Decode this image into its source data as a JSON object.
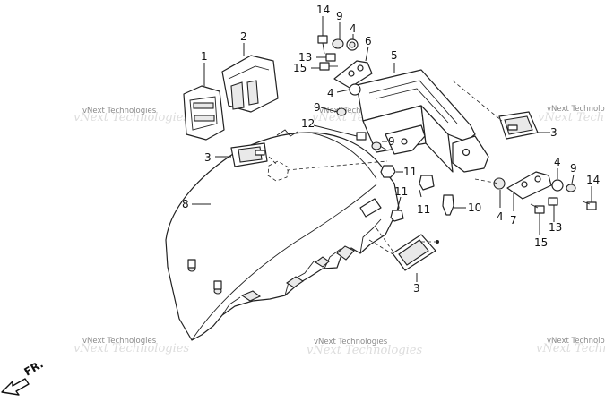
{
  "labels": {
    "p1": "1",
    "p2": "2",
    "p3a": "3",
    "p3b": "3",
    "p3c": "3",
    "p4a": "4",
    "p4b": "4",
    "p4c": "4",
    "p4d": "4",
    "p5": "5",
    "p6": "6",
    "p7": "7",
    "p8": "8",
    "p9a": "9",
    "p9b": "9",
    "p9c": "9",
    "p9d": "9",
    "p10": "10",
    "p11a": "11",
    "p11b": "11",
    "p11c": "11",
    "p12": "12",
    "p13a": "13",
    "p13b": "13",
    "p14a": "14",
    "p14b": "14",
    "p15a": "15",
    "p15b": "15"
  },
  "watermark": "vNext Technologies",
  "direction": "FR."
}
